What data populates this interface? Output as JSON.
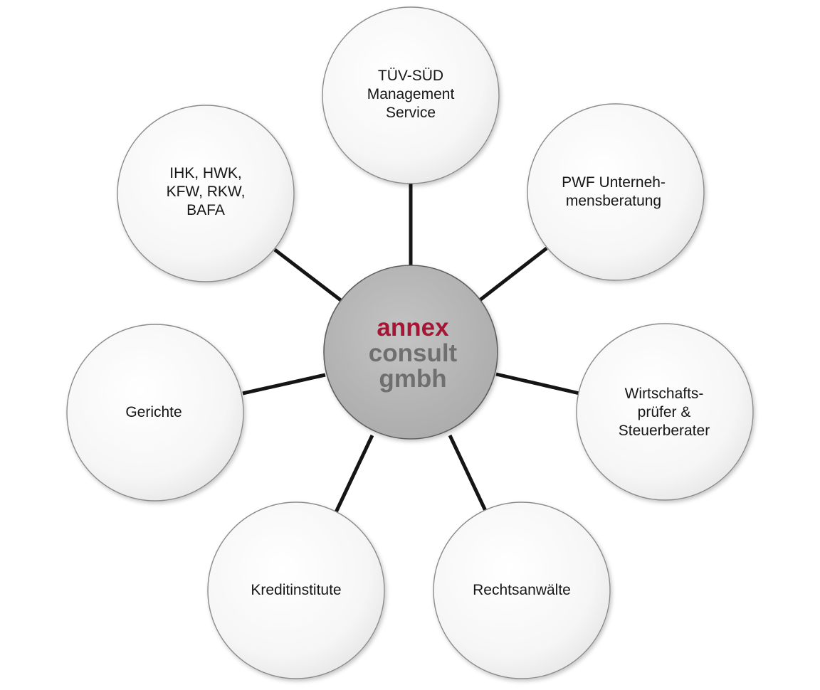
{
  "hub": {
    "line1": "annex",
    "line2": "consult",
    "line3": "gmbh",
    "line1_color": "#a51636",
    "line2_color": "#6f6f6f"
  },
  "nodes": [
    {
      "id": "tuev",
      "label": "TÜV-SÜD\nManagement\nService"
    },
    {
      "id": "pwf",
      "label": "PWF Unterneh-\nmensberatung"
    },
    {
      "id": "wp",
      "label": "Wirtschafts-\nprüfer &\nSteuerberater"
    },
    {
      "id": "ra",
      "label": "Rechtsanwälte"
    },
    {
      "id": "kredit",
      "label": "Kreditinstitute"
    },
    {
      "id": "gericht",
      "label": "Gerichte"
    },
    {
      "id": "ihk",
      "label": "IHK, HWK,\nKFW, RKW,\nBAFA"
    }
  ]
}
